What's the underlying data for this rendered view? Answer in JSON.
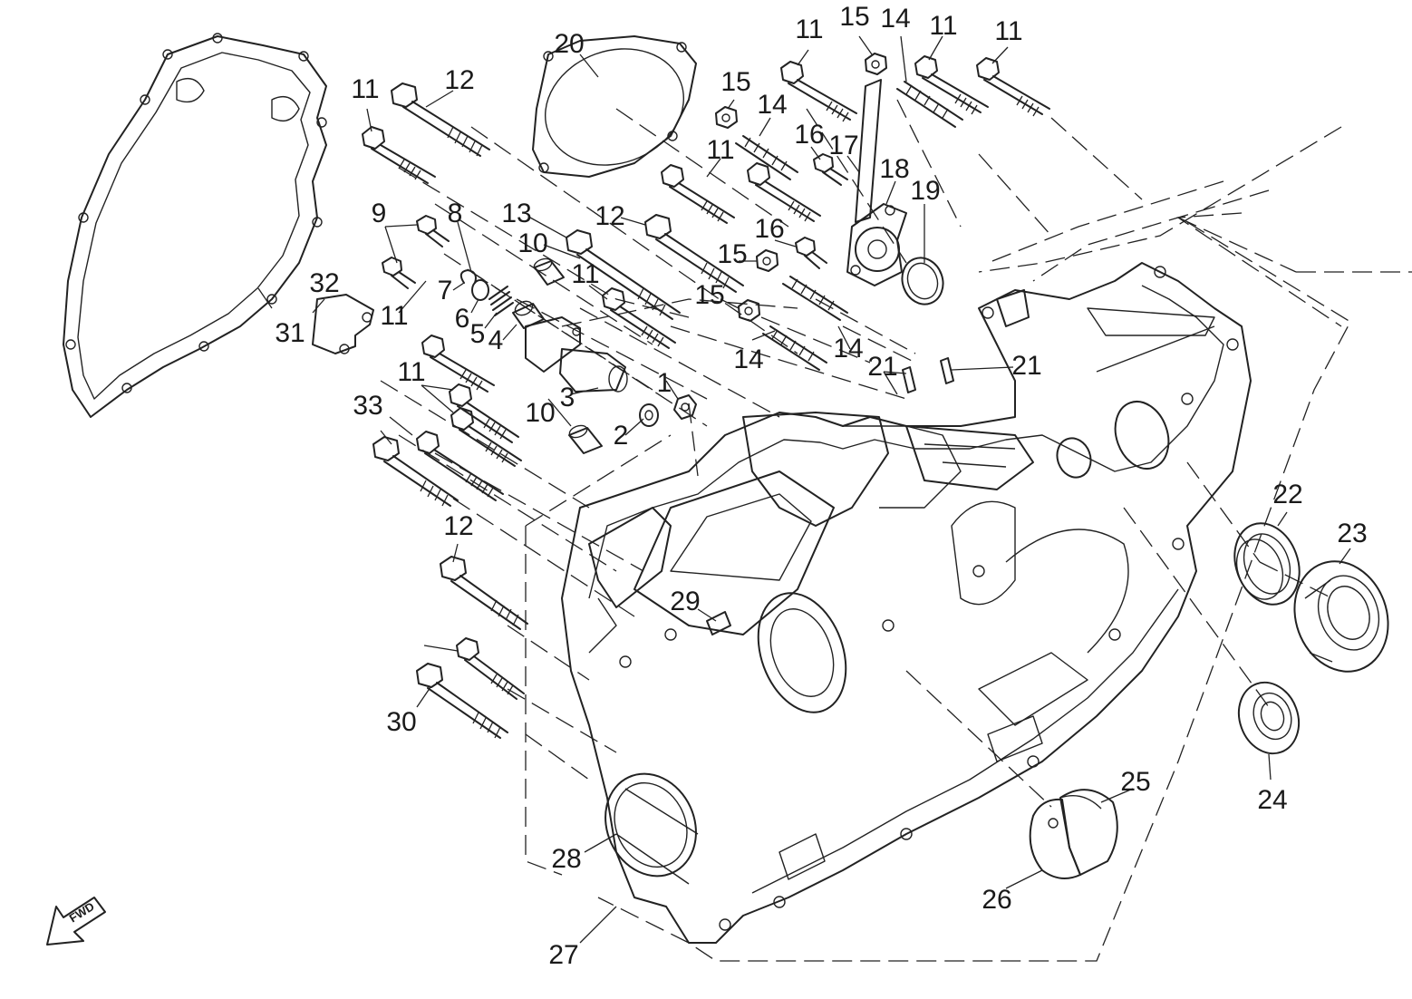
{
  "callouts": [
    {
      "id": "1",
      "label": "1"
    },
    {
      "id": "2",
      "label": "2"
    },
    {
      "id": "3",
      "label": "3"
    },
    {
      "id": "4",
      "label": "4"
    },
    {
      "id": "5",
      "label": "5"
    },
    {
      "id": "6",
      "label": "6"
    },
    {
      "id": "7",
      "label": "7"
    },
    {
      "id": "8",
      "label": "8"
    },
    {
      "id": "9",
      "label": "9"
    },
    {
      "id": "10a",
      "label": "10"
    },
    {
      "id": "10b",
      "label": "10"
    },
    {
      "id": "11a",
      "label": "11"
    },
    {
      "id": "11b",
      "label": "11"
    },
    {
      "id": "11c",
      "label": "11"
    },
    {
      "id": "11d",
      "label": "11"
    },
    {
      "id": "11e",
      "label": "11"
    },
    {
      "id": "11f",
      "label": "11"
    },
    {
      "id": "11g",
      "label": "11"
    },
    {
      "id": "11h",
      "label": "11"
    },
    {
      "id": "12a",
      "label": "12"
    },
    {
      "id": "12b",
      "label": "12"
    },
    {
      "id": "12c",
      "label": "12"
    },
    {
      "id": "13",
      "label": "13"
    },
    {
      "id": "14a",
      "label": "14"
    },
    {
      "id": "14b",
      "label": "14"
    },
    {
      "id": "14c",
      "label": "14"
    },
    {
      "id": "14d",
      "label": "14"
    },
    {
      "id": "15a",
      "label": "15"
    },
    {
      "id": "15b",
      "label": "15"
    },
    {
      "id": "15c",
      "label": "15"
    },
    {
      "id": "15d",
      "label": "15"
    },
    {
      "id": "16a",
      "label": "16"
    },
    {
      "id": "16b",
      "label": "16"
    },
    {
      "id": "17",
      "label": "17"
    },
    {
      "id": "18",
      "label": "18"
    },
    {
      "id": "19",
      "label": "19"
    },
    {
      "id": "20",
      "label": "20"
    },
    {
      "id": "21a",
      "label": "21"
    },
    {
      "id": "21b",
      "label": "21"
    },
    {
      "id": "22",
      "label": "22"
    },
    {
      "id": "23",
      "label": "23"
    },
    {
      "id": "24",
      "label": "24"
    },
    {
      "id": "25",
      "label": "25"
    },
    {
      "id": "26",
      "label": "26"
    },
    {
      "id": "27",
      "label": "27"
    },
    {
      "id": "28",
      "label": "28"
    },
    {
      "id": "29",
      "label": "29"
    },
    {
      "id": "30",
      "label": "30"
    },
    {
      "id": "31",
      "label": "31"
    },
    {
      "id": "32",
      "label": "32"
    },
    {
      "id": "33",
      "label": "33"
    }
  ],
  "fwd_badge": {
    "text": "FWD"
  }
}
